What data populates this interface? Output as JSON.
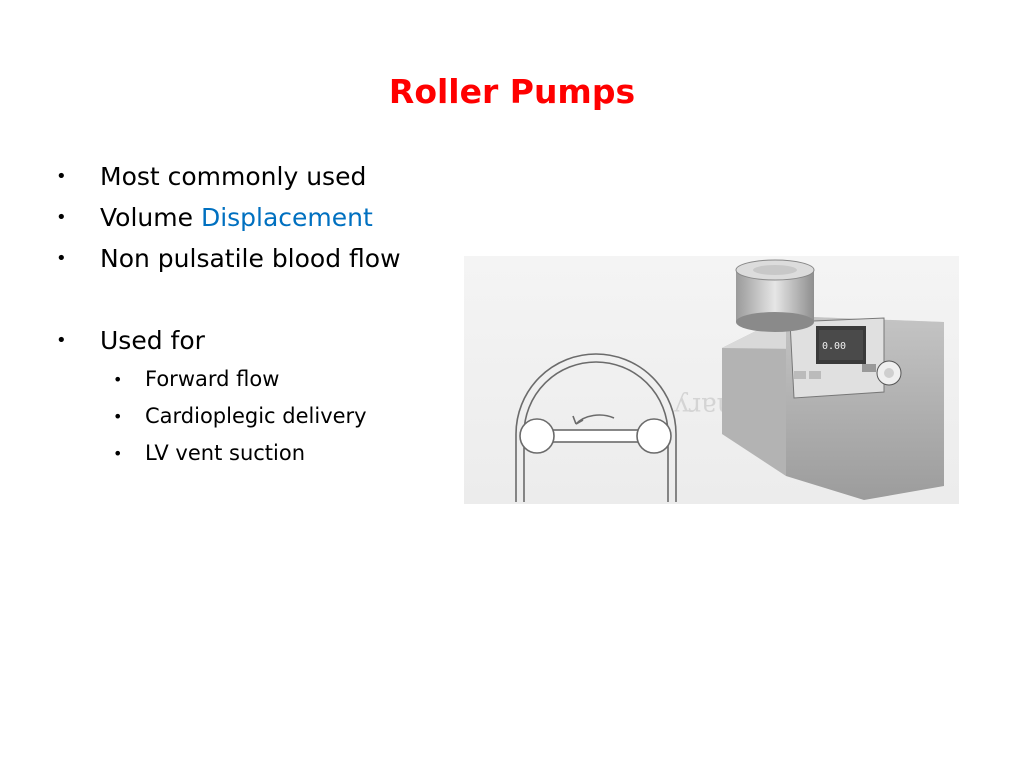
{
  "slide": {
    "title": "Roller Pumps",
    "bullets": [
      {
        "text": "Most commonly used"
      },
      {
        "text": "Volume ",
        "accent": "Displacement"
      },
      {
        "text": "Non pulsatile blood flow"
      }
    ],
    "used_for": {
      "label": "Used for",
      "items": [
        "Forward flow",
        "Cardioplegic delivery",
        "LV vent suction"
      ]
    },
    "bullet_glyph": "•"
  },
  "colors": {
    "title": "#ff0000",
    "accent": "#0070c0",
    "text": "#000000"
  },
  "illustration": {
    "display_value": "0.00"
  }
}
